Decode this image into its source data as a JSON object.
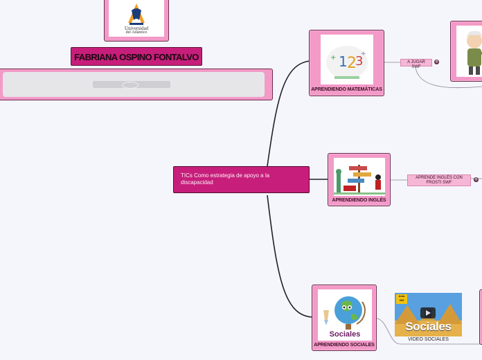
{
  "central": {
    "title": "TICs Como estrategia de apoyo a la discapacidad"
  },
  "author": {
    "name": "FABRIANA OSPINO FONTALVO"
  },
  "logo": {
    "line1": "Universidad",
    "line2": "del Atlántico",
    "letter": "A"
  },
  "branches": [
    {
      "label": "APRENDIENDO MATEMÁTICAS",
      "link": "A JUGAR SWF"
    },
    {
      "label": "APRENDIENDO INGLÉS",
      "link": "APRENDE INGLÉS CON FROSTI SWF"
    },
    {
      "label": "APRENDIENDO SOCIALES",
      "video_label": "VIDEO SOCIALES"
    }
  ],
  "video_thumb": {
    "badge_line1": "Aula",
    "badge_line2": "365",
    "title": "Sociales"
  },
  "sociales_card": {
    "title": "Sociales"
  },
  "colors": {
    "magenta": "#c71e7b",
    "pink": "#f39ac8",
    "line": "#1f1f2a"
  }
}
